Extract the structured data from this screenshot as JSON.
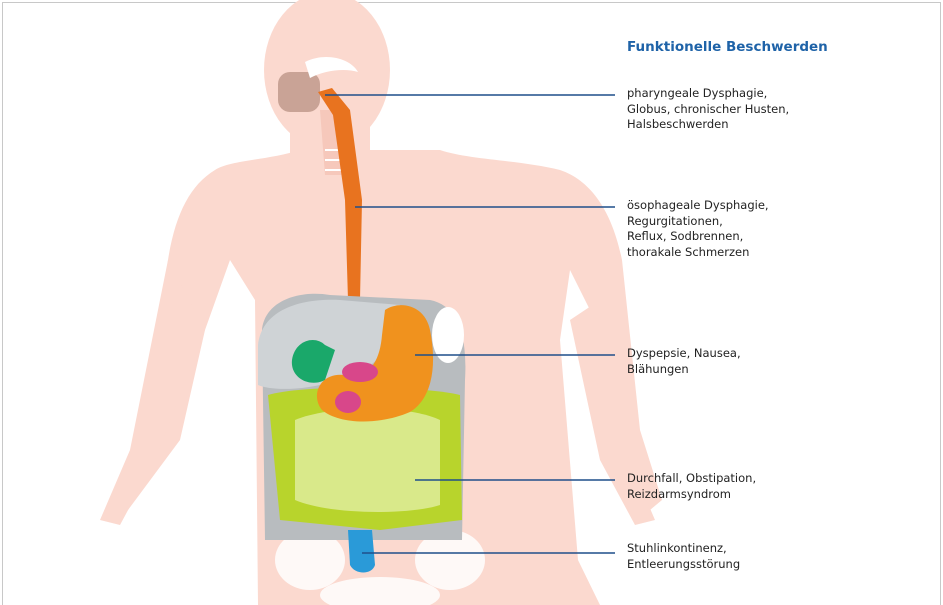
{
  "heading": "Funktionelle Beschwerden",
  "complaints": [
    {
      "lines": [
        "pharyngeale Dysphagie,",
        "Globus, chronischer Husten,",
        "Halsbeschwerden"
      ]
    },
    {
      "lines": [
        "ösophageale Dysphagie,",
        "Regurgitationen,",
        "Reflux, Sodbrennen,",
        "thorakale Schmerzen"
      ]
    },
    {
      "lines": [
        "Dyspepsie, Nausea,",
        "Blähungen"
      ]
    },
    {
      "lines": [
        "Durchfall, Obstipation,",
        "Reizdarmsyndrom"
      ]
    },
    {
      "lines": [
        "Stuhlinkontinenz,",
        "Entleerungsstörung"
      ]
    }
  ],
  "colors": {
    "body_silhouette": "#fbd9cf",
    "esophagus": "#e8731f",
    "stomach": "#f0921e",
    "liver": "#cfd3d6",
    "gallbladder": "#1aa86a",
    "pancreas": "#d8478a",
    "small_intestine": "#d9e98a",
    "colon": "#b8d42c",
    "rectum": "#2a9ad8",
    "leader_lines": "#1f4f8a",
    "heading": "#1f63a8"
  }
}
